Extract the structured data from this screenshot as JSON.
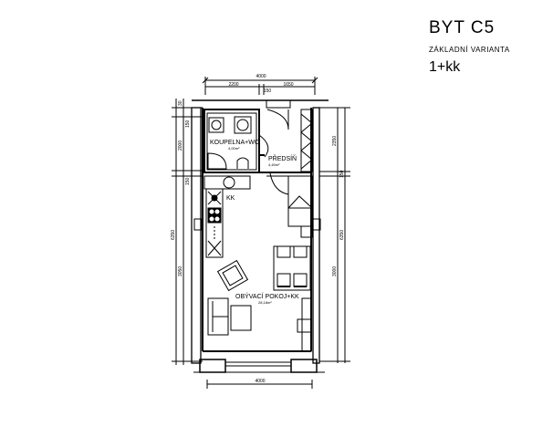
{
  "title_block": {
    "unit": "BYT  C5",
    "variant": "ZÁKLADNÍ  VARIANTA",
    "type": "1+kk"
  },
  "rooms": [
    {
      "name": "KOUPELNA+WC",
      "area": "4,00m²"
    },
    {
      "name": "PŘEDSÍŇ",
      "area": "4,45m²"
    },
    {
      "name": "KK",
      "area": ""
    },
    {
      "name": "OBÝVACÍ POKOJ+KK",
      "area": "28,18m²"
    }
  ],
  "dimensions": {
    "top_total": "4000",
    "top_left": "2200",
    "top_mid": "150",
    "top_right": "1650",
    "bottom_total": "4000",
    "left_top": "30",
    "left_a": "150",
    "left_b": "2000",
    "left_c": "150",
    "left_total": "6350",
    "left_d": "3050",
    "right_a": "2350",
    "right_b": "150",
    "right_total": "6350",
    "right_c": "3000"
  }
}
